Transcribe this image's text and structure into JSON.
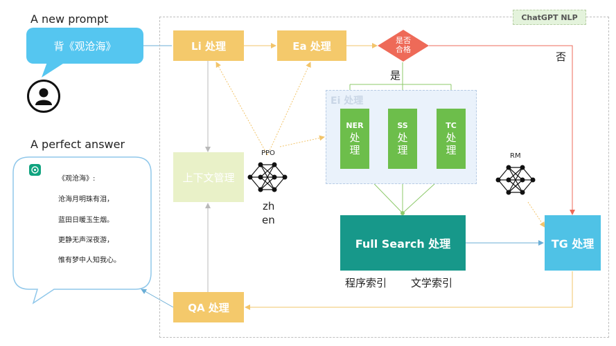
{
  "left": {
    "prompt_label": "A new prompt",
    "prompt_text": "背《观沧海》",
    "answer_label": "A perfect answer",
    "poem": [
      "《观沧海》:",
      "沧海月明珠有泪，",
      "蓝田日暖玉生烟。",
      "更静无声深夜游，",
      "惟有梦中人知我心。"
    ]
  },
  "frame_tag": "ChatGPT NLP",
  "nodes": {
    "li": "Li 处理",
    "ea": "Ea 处理",
    "decision_line1": "是否",
    "decision_line2": "合格",
    "no": "否",
    "yes": "是",
    "ei": "Ei 处理",
    "ner_top": "NER",
    "ner_bottom": "处\n理",
    "ss_top": "SS",
    "ss_bottom": "处\n理",
    "tc_top": "TC",
    "tc_bottom": "处\n理",
    "context": "上下文管理",
    "ppo": "PPO",
    "zh": "zh",
    "en": "en",
    "rm": "RM",
    "full_search": "Full Search 处理",
    "index1": "程序索引",
    "index2": "文学索引",
    "tg": "TG 处理",
    "qa": "QA 处理"
  },
  "colors": {
    "yellow": "#f4c96b",
    "green": "#6dbe4b",
    "teal": "#17988a",
    "cyan": "#4fc2e6",
    "decision": "#ee6a58",
    "bubble": "#55c6f0"
  },
  "icons": [
    "user-icon",
    "chatgpt-logo-icon",
    "neural-net-icon"
  ]
}
